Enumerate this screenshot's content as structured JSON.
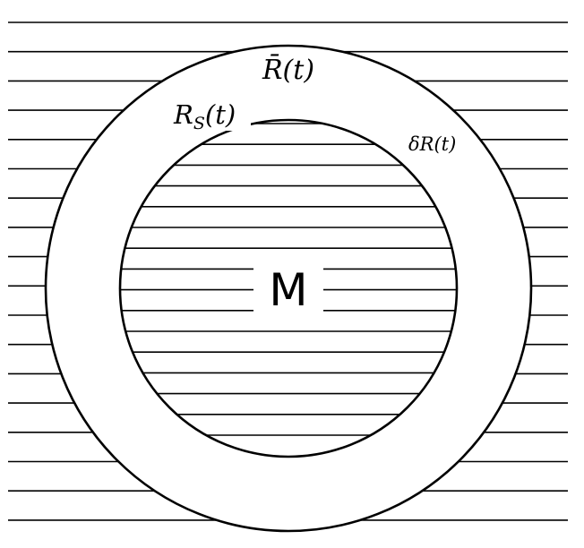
{
  "labels": {
    "outer_radius": "R̄(t)",
    "surface_radius": "R",
    "surface_radius_subscript": "S",
    "surface_radius_arg": "(t)",
    "shell_thickness": "δR(t)",
    "center_mass": "M"
  }
}
